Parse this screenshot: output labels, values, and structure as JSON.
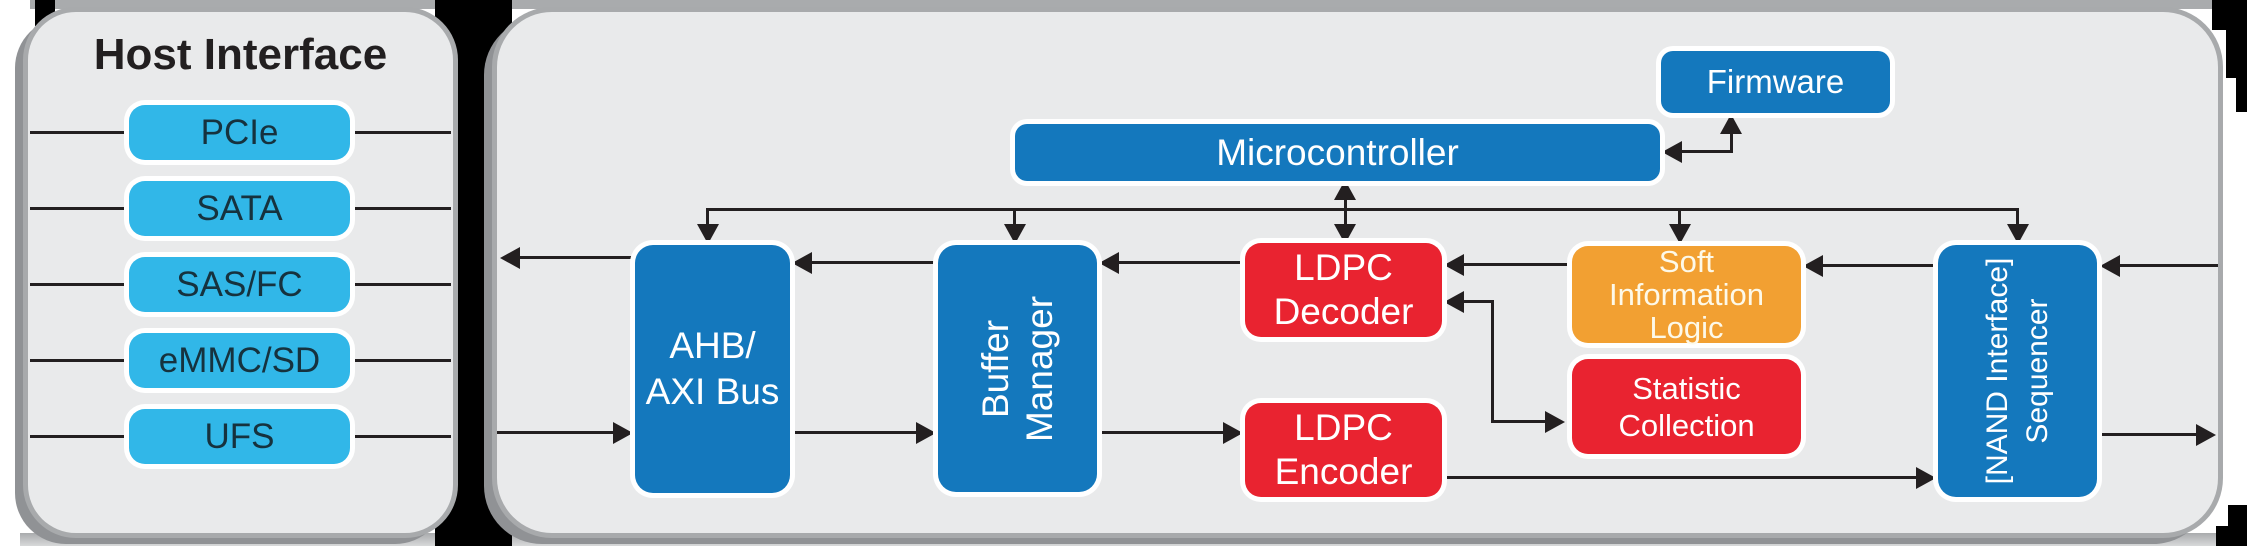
{
  "host_panel": {
    "title": "Host Interface",
    "interfaces": [
      {
        "label": "PCIe"
      },
      {
        "label": "SATA"
      },
      {
        "label": "SAS/FC"
      },
      {
        "label": "eMMC/SD"
      },
      {
        "label": "UFS"
      }
    ]
  },
  "main_panel": {
    "blocks": {
      "firmware": {
        "label": "Firmware"
      },
      "microcontroller": {
        "label": "Microcontroller"
      },
      "ahb_axi_bus": {
        "lines": [
          "AHB/",
          "AXI Bus"
        ]
      },
      "buffer_manager": {
        "lines": [
          "Buffer",
          "Manager"
        ]
      },
      "ldpc_decoder": {
        "lines": [
          "LDPC",
          "Decoder"
        ]
      },
      "ldpc_encoder": {
        "lines": [
          "LDPC",
          "Encoder"
        ]
      },
      "soft_information_logic": {
        "lines": [
          "Soft",
          "Information",
          "Logic"
        ]
      },
      "statistic_collection": {
        "lines": [
          "Statistic",
          "Collection"
        ]
      },
      "nand_sequencer": {
        "lines": [
          "[NAND Interface]",
          "Sequencer"
        ]
      }
    }
  },
  "colors": {
    "block_blue": "#1478bd",
    "interface_cyan": "#31b7e8",
    "block_red": "#e92330",
    "block_orange": "#f2a032",
    "panel_gray": "#e9eaeb",
    "connector_black": "#231f20"
  }
}
